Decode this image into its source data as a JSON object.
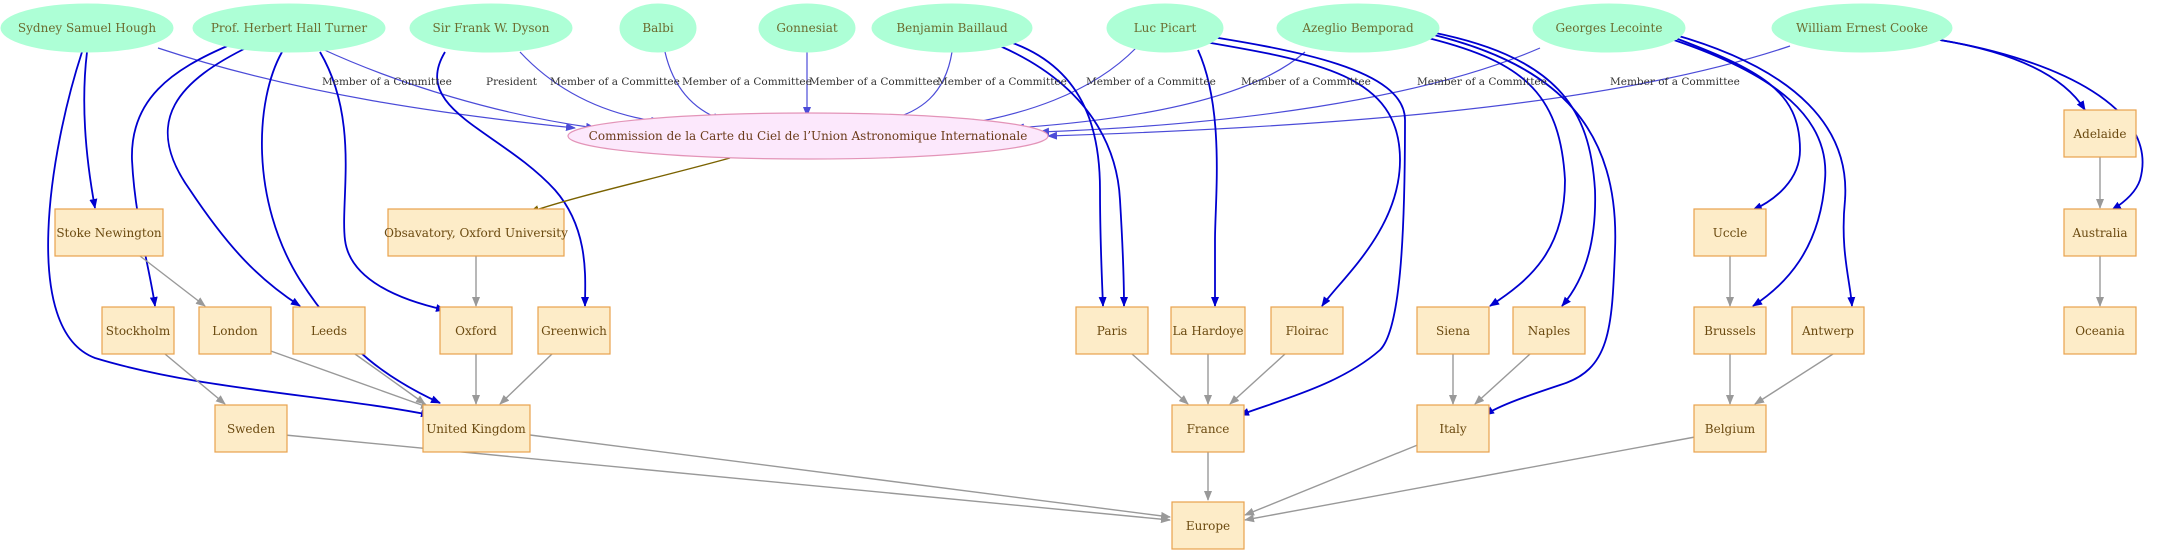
{
  "people": {
    "hough": "Sydney Samuel Hough",
    "turner": "Prof. Herbert Hall Turner",
    "dyson": "Sir  Frank W. Dyson",
    "balbi": "Balbi",
    "gonnesiat": "Gonnesiat",
    "baillaud": "Benjamin Baillaud",
    "picart": "Luc Picart",
    "bemporad": "Azeglio Bemporad",
    "lecointe": "Georges Lecointe",
    "cooke": "William Ernest Cooke"
  },
  "commission": "Commission de la Carte du Ciel de l’Union Astronomique Internationale",
  "places": {
    "stoke_newington": "Stoke Newington",
    "oxford_univ": "Obsavatory, Oxford University",
    "adelaide": "Adelaide",
    "uccle": "Uccle",
    "australia": "Australia",
    "stockholm": "Stockholm",
    "london": "London",
    "leeds": "Leeds",
    "oxford": "Oxford",
    "greenwich": "Greenwich",
    "paris": "Paris",
    "la_hardoye": "La Hardoye",
    "floirac": "Floirac",
    "siena": "Siena",
    "naples": "Naples",
    "brussels": "Brussels",
    "antwerp": "Antwerp",
    "oceania": "Oceania",
    "sweden": "Sweden",
    "united_kingdom": "United Kingdom",
    "france": "France",
    "italy": "Italy",
    "belgium": "Belgium",
    "europe": "Europe"
  },
  "edge_labels": {
    "member": "Member of a Committee",
    "president": "President"
  },
  "colors": {
    "person_fill": "#adffd6",
    "commission_fill": "#fce8fc",
    "place_fill": "#fdecc8",
    "committee_edge": "#4b4bd8",
    "location_edge": "#0000d0",
    "hierarchy_edge": "#999999"
  }
}
